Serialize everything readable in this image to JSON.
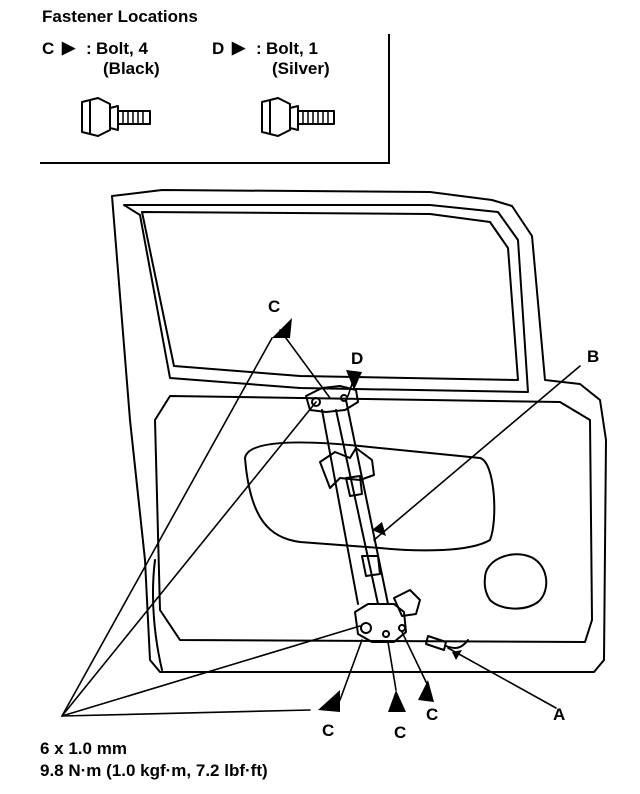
{
  "title": "Fastener Locations",
  "legend": [
    {
      "letter": "C",
      "arrow": "▶",
      "sep": ":",
      "desc": "Bolt, 4",
      "color": "(Black)"
    },
    {
      "letter": "D",
      "arrow": "▶",
      "sep": ":",
      "desc": "Bolt, 1",
      "color": "(Silver)"
    }
  ],
  "callouts": {
    "a": "A",
    "b": "B",
    "c": "C",
    "d": "D"
  },
  "spec": {
    "size": "6 x 1.0 mm",
    "torque": "9.8 N·m (1.0 kgf·m, 7.2 lbf·ft)"
  },
  "icons": [
    "bolt-black-icon",
    "bolt-silver-icon",
    "pointer-triangle-icon"
  ]
}
